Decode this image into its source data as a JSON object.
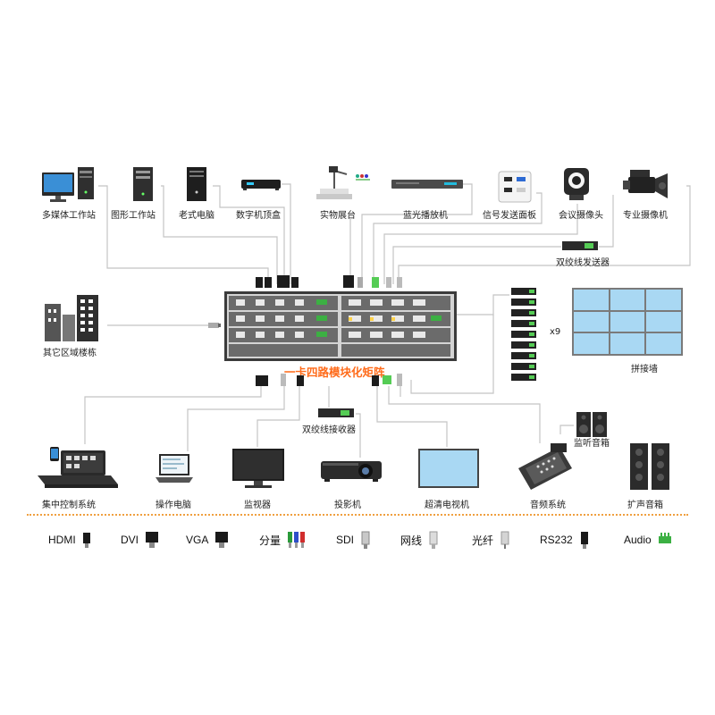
{
  "diagram": {
    "title": "一卡四路模块化矩阵",
    "sources_top": [
      {
        "label": "多媒体工作站"
      },
      {
        "label": "图形工作站"
      },
      {
        "label": "老式电脑"
      },
      {
        "label": "数字机顶盒"
      },
      {
        "label": "实物展台"
      },
      {
        "label": "蓝光播放机"
      },
      {
        "label": "信号发送面板"
      },
      {
        "label": "会议摄像头"
      },
      {
        "label": "专业摄像机"
      }
    ],
    "twisted_pair_tx": "双绞线发送器",
    "twisted_pair_rx": "双绞线接收器",
    "building": "其它区域楼栋",
    "video_wall": "拼接墙",
    "wall_multiplier": "x9",
    "monitor_speaker": "监听音箱",
    "outputs_bottom": [
      {
        "label": "集中控制系统"
      },
      {
        "label": "操作电脑"
      },
      {
        "label": "监视器"
      },
      {
        "label": "投影机"
      },
      {
        "label": "超清电视机"
      },
      {
        "label": "音频系统"
      },
      {
        "label": "扩声音箱"
      }
    ],
    "legend": [
      {
        "label": "HDMI",
        "icon": "hdmi-connector-icon"
      },
      {
        "label": "DVI",
        "icon": "dvi-connector-icon"
      },
      {
        "label": "VGA",
        "icon": "vga-connector-icon"
      },
      {
        "label": "分量",
        "icon": "component-rca-icon"
      },
      {
        "label": "SDI",
        "icon": "sdi-bnc-icon"
      },
      {
        "label": "网线",
        "icon": "rj45-icon"
      },
      {
        "label": "光纤",
        "icon": "fiber-icon"
      },
      {
        "label": "RS232",
        "icon": "rs232-icon"
      },
      {
        "label": "Audio",
        "icon": "audio-terminal-icon"
      }
    ],
    "colors": {
      "title": "#ff6b1a",
      "divider": "#f0a040",
      "wire": "#bfbfbf",
      "accent_green": "#3cb043"
    }
  }
}
